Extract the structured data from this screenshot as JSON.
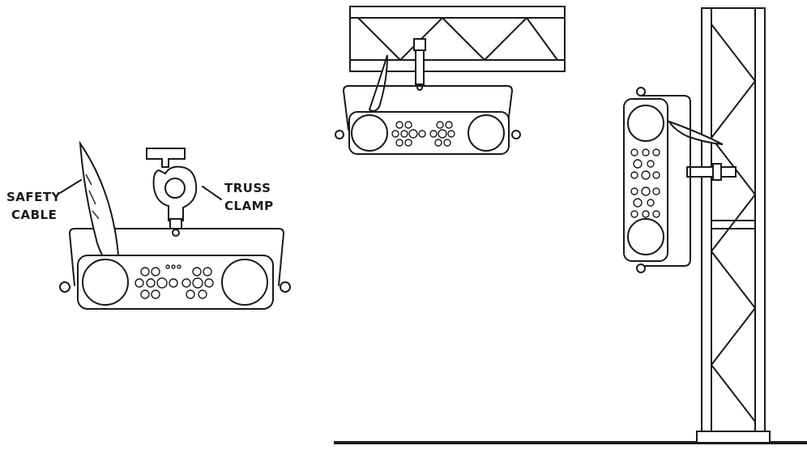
{
  "labels": {
    "safety_cable": [
      "SAFETY",
      "CABLE"
    ],
    "truss_clamp": [
      "TRUSS",
      "CLAMP"
    ]
  },
  "colors": {
    "line": "#1a1a1a",
    "background": "#ffffff"
  }
}
